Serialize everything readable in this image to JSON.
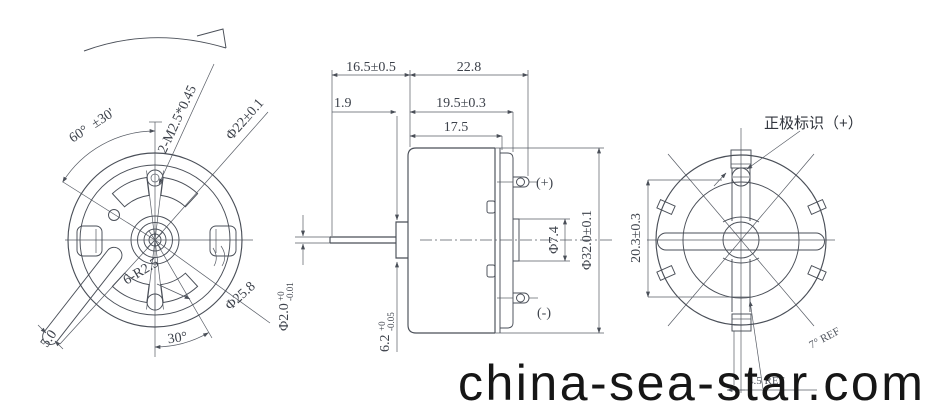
{
  "front_view": {
    "angle_60": "60°  ±30'",
    "screw_spec": "2-M2.5*0.45",
    "bolt_circle_dia": "Φ22±0.1",
    "corner_radius": "6-R2.5",
    "outer_dia": "Φ25.8",
    "angle_30": "30°",
    "slot_width": "5.0"
  },
  "side_view": {
    "shaft_length": "16.5±0.5",
    "total_length": "22.8",
    "bushing_length": "1.9",
    "length_to_terminal_face": "19.5±0.3",
    "length_to_cap": "17.5",
    "shaft_dia": "Φ2.0",
    "shaft_dia_tol_upper": "+0",
    "shaft_dia_tol_lower": "-0.01",
    "bushing_dia": "6.2",
    "bushing_dia_tol_upper": "+0",
    "bushing_dia_tol_lower": "-0.05",
    "rear_boss_dia": "Φ7.4",
    "body_dia": "Φ32.0±0.1",
    "positive_terminal": "(+)",
    "negative_terminal": "(-)"
  },
  "rear_view": {
    "positive_mark": "正极标识（+）",
    "terminal_spacing": "20.3±0.3",
    "angle_ref": "7° REF",
    "offset_ref": "4.5 REF"
  },
  "watermark": "china-sea-star.com"
}
